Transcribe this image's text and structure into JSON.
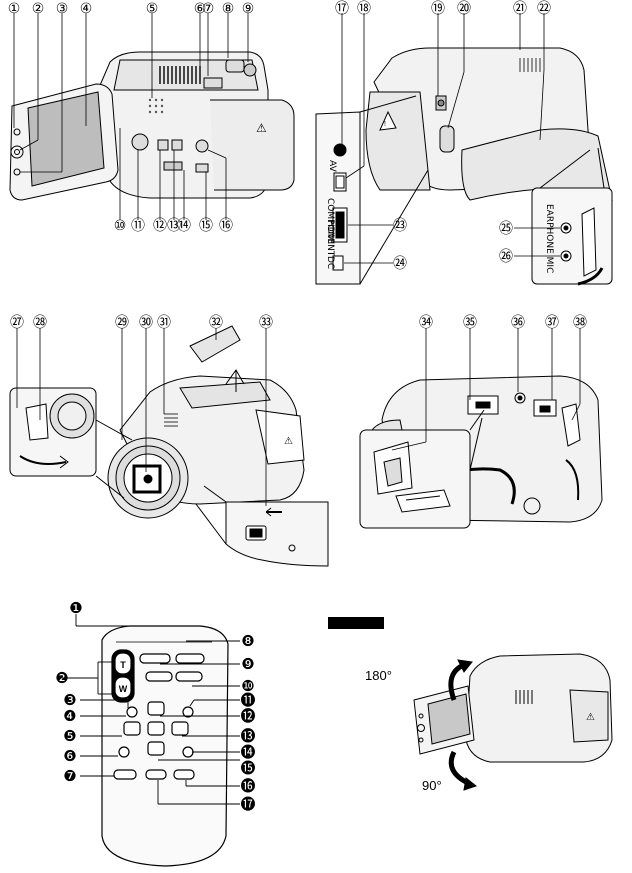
{
  "figure": {
    "top_left_labels": [
      "①",
      "②",
      "③",
      "④",
      "⑤",
      "⑥",
      "⑦",
      "⑧",
      "⑨",
      "⑩",
      "⑪",
      "⑫",
      "⑬",
      "⑭",
      "⑮",
      "⑯"
    ],
    "top_right_labels": [
      "⑰",
      "⑱",
      "⑲",
      "⑳",
      "㉑",
      "㉒",
      "㉓",
      "㉔",
      "㉕",
      "㉖"
    ],
    "mid_left_labels": [
      "㉗",
      "㉘",
      "㉙",
      "㉚",
      "㉛",
      "㉜",
      "㉝"
    ],
    "mid_right_labels": [
      "㉞",
      "㉟",
      "㊱",
      "㊲",
      "㊳"
    ],
    "remote_labels": [
      "❶",
      "❷",
      "❸",
      "❹",
      "❺",
      "❻",
      "❼",
      "❽",
      "❾",
      "❿",
      "⓫",
      "⓬",
      "⓭",
      "⓮",
      "⓯",
      "⓰",
      "⓱"
    ],
    "remote_keys": {
      "t": "T",
      "w": "W"
    },
    "panel_labels": {
      "av": "AV",
      "component": "COMPONENT",
      "hdmi": "HDMI",
      "dc": "DC",
      "ear": "EARPHONE MIC"
    },
    "rotation": {
      "up": "180°",
      "down": "90°"
    }
  }
}
